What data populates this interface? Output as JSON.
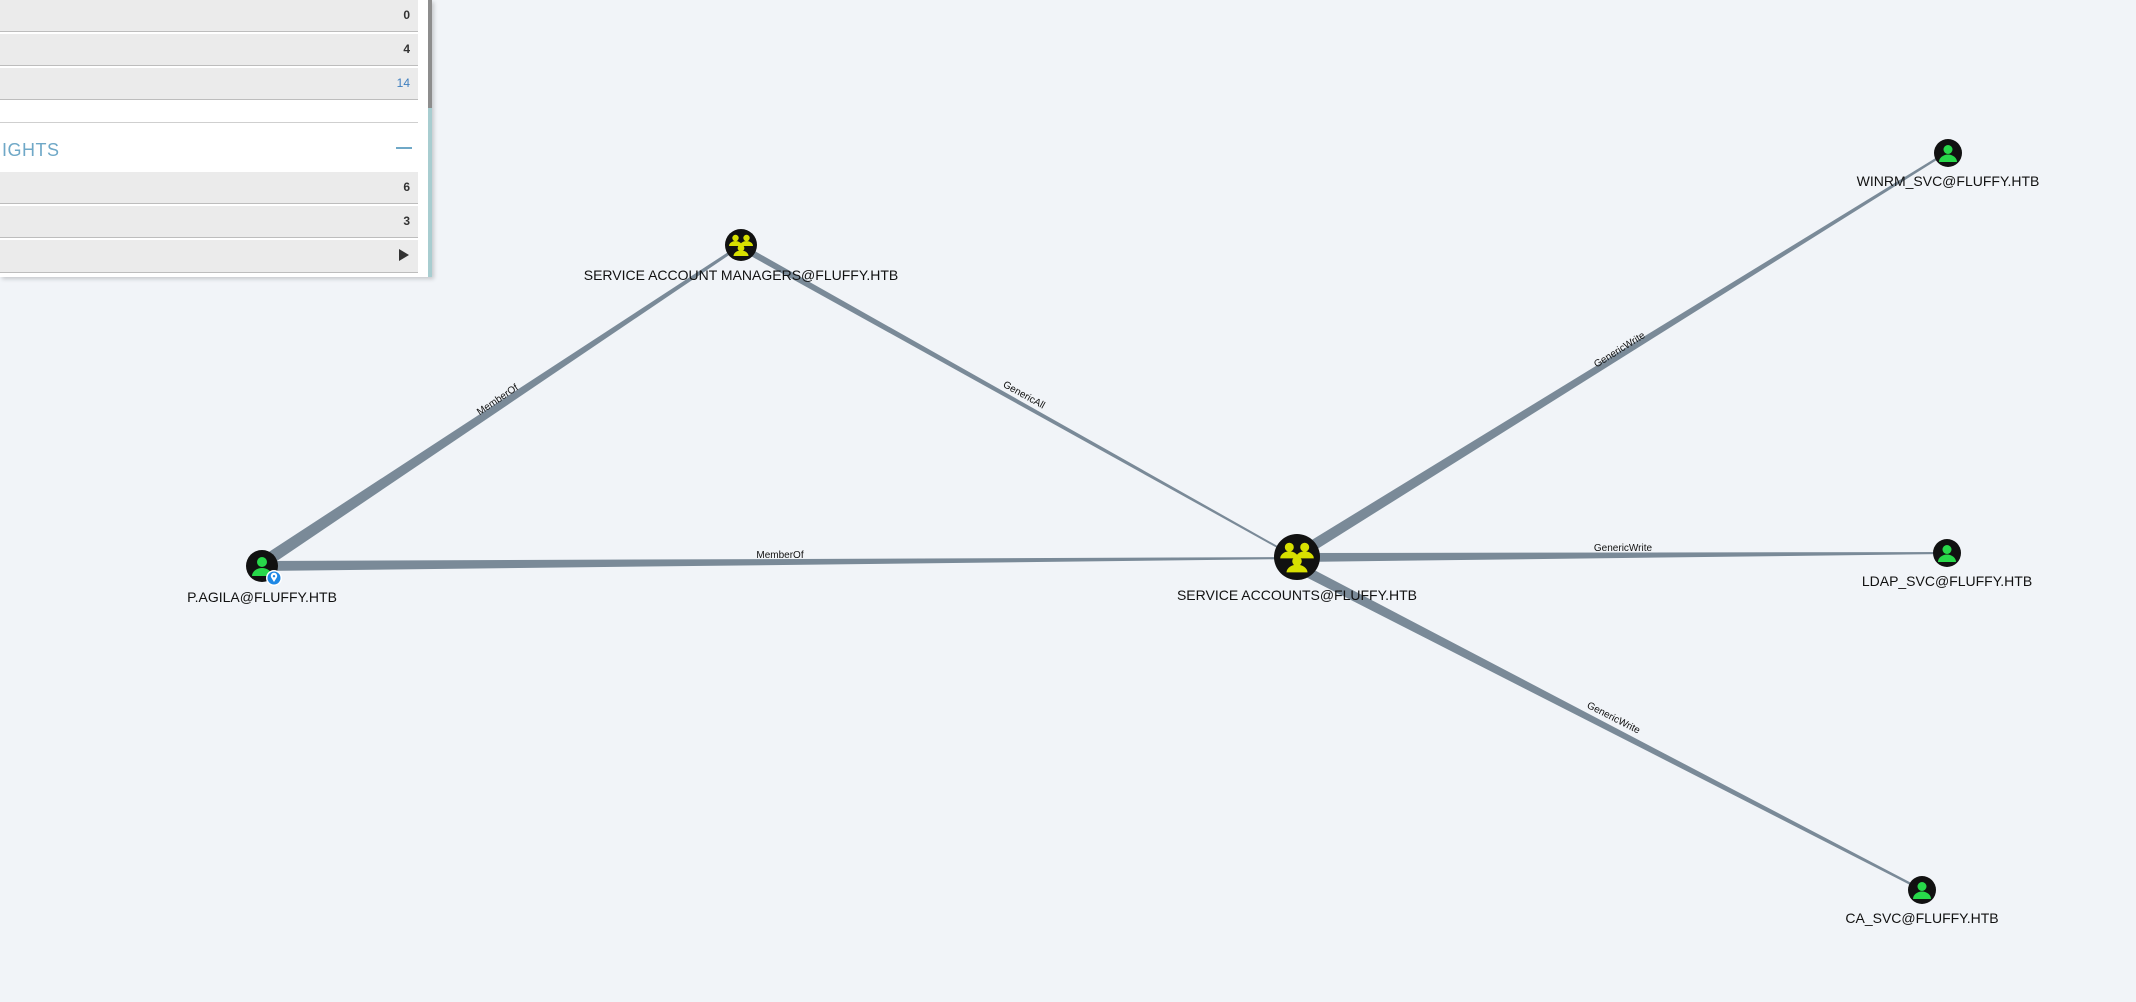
{
  "panel": {
    "rows_top": [
      {
        "value": "0",
        "link": false
      },
      {
        "value": "4",
        "link": false
      },
      {
        "value": "14",
        "link": true
      }
    ],
    "section_title": "IGHTS",
    "collapse_symbol": "minus-icon",
    "rows_bottom": [
      {
        "value": "6",
        "type": "count"
      },
      {
        "value": "3",
        "type": "count"
      },
      {
        "value": "",
        "type": "expand",
        "icon": "play-arrow-icon"
      }
    ]
  },
  "graph": {
    "nodes": {
      "sam": {
        "label": "SERVICE ACCOUNT MANAGERS@FLUFFY.HTB",
        "kind": "group"
      },
      "pagila": {
        "label": "P.AGILA@FLUFFY.HTB",
        "kind": "user",
        "owned_marker": "map-pin-icon"
      },
      "sa": {
        "label": "SERVICE ACCOUNTS@FLUFFY.HTB",
        "kind": "group"
      },
      "winrm": {
        "label": "WINRM_SVC@FLUFFY.HTB",
        "kind": "user"
      },
      "ldap": {
        "label": "LDAP_SVC@FLUFFY.HTB",
        "kind": "user"
      },
      "ca": {
        "label": "CA_SVC@FLUFFY.HTB",
        "kind": "user"
      }
    },
    "edges": {
      "pagila_sam": {
        "label": "MemberOf"
      },
      "sam_sa": {
        "label": "GenericAll"
      },
      "pagila_sa": {
        "label": "MemberOf"
      },
      "sa_winrm": {
        "label": "GenericWrite"
      },
      "sa_ldap": {
        "label": "GenericWrite"
      },
      "sa_ca": {
        "label": "GenericWrite"
      }
    }
  },
  "colors": {
    "background": "#f1f4f8",
    "edge": "#7a8a98",
    "group_icon": "#d8e000",
    "user_icon": "#28d84a",
    "node_fill": "#111111",
    "accent": "#6fa8c7"
  }
}
